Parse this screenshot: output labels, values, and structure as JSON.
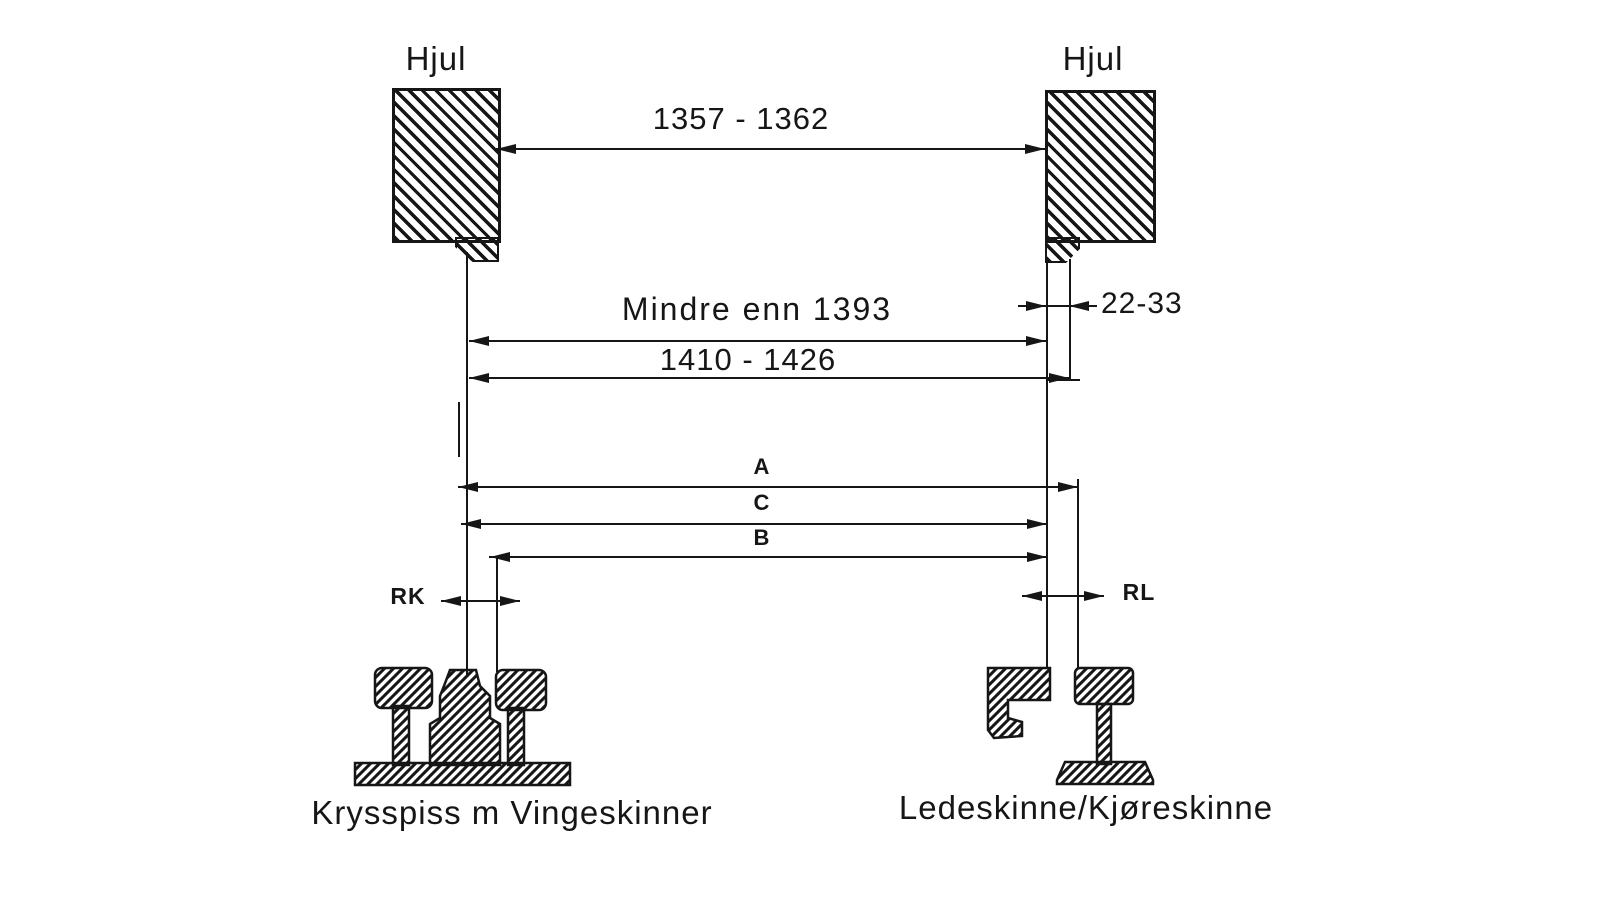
{
  "colors": {
    "ink": "#161616",
    "paper": "#ffffff"
  },
  "wheels": {
    "left": "Hjul",
    "right": "Hjul"
  },
  "dimensions": {
    "dim_1357": "1357 - 1362",
    "mindre_enn": "Mindre enn 1393",
    "dim_1410": "1410 - 1426",
    "dim_22_33": "22-33",
    "dim_a": "A",
    "dim_c": "C",
    "dim_b": "B",
    "rk": "RK",
    "rl": "RL"
  },
  "captions": {
    "crossing": "Krysspiss m Vingeskinner",
    "check_rail": "Ledeskinne/Kjøreskinne"
  }
}
